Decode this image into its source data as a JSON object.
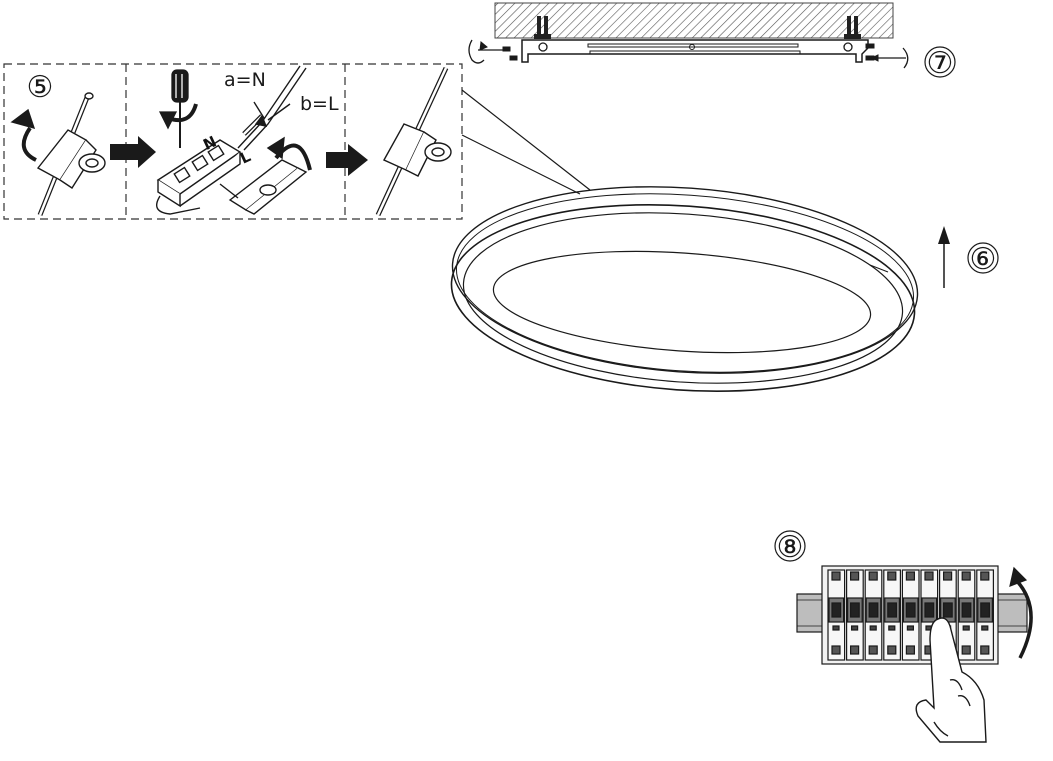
{
  "steps": {
    "s5": "⑤",
    "s6": "⑥",
    "s7": "⑦",
    "s8": "⑧"
  },
  "wires": {
    "a": "a=N",
    "b": "b=L"
  },
  "terminal": {
    "n": "N",
    "l": "L"
  },
  "colors": {
    "stroke": "#1a1a1a",
    "ceiling_hatch": "#555555",
    "breaker_fill": "#f2f2f2"
  }
}
